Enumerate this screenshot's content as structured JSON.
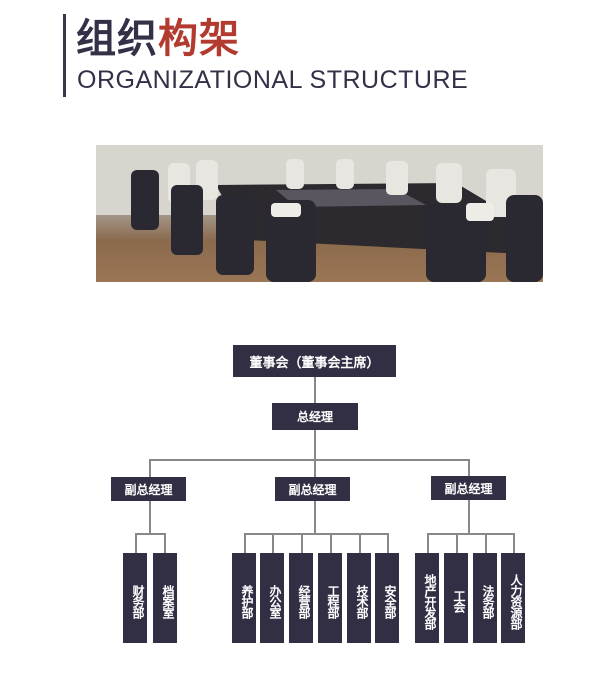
{
  "header": {
    "title_part1": "组织",
    "title_part2": "构架",
    "subtitle": "ORGANIZATIONAL STRUCTURE"
  },
  "chart": {
    "board": "董事会（董事会主席）",
    "gm": "总经理",
    "vps": [
      {
        "label": "副总经理",
        "depts": [
          "财务部",
          "档案室"
        ]
      },
      {
        "label": "副总经理",
        "depts": [
          "养护部",
          "办公室",
          "经营部",
          "工程部",
          "技术部",
          "安全部"
        ]
      },
      {
        "label": "副总经理",
        "depts": [
          "地产开发部",
          "工会",
          "法务部",
          "人力资源部"
        ]
      }
    ]
  }
}
